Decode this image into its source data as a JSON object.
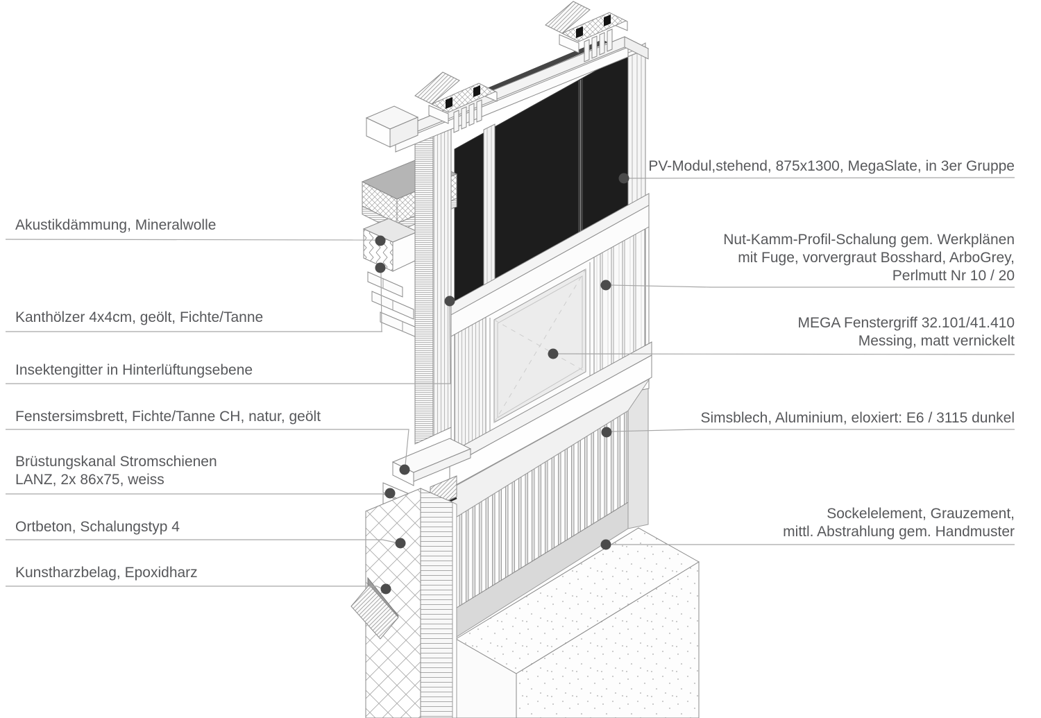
{
  "figure": {
    "kind": "axonometric facade construction detail",
    "language": "de"
  },
  "callouts": {
    "left": [
      {
        "id": "akustikdaemmung",
        "lines": [
          "Akustikdämmung, Mineralwolle"
        ]
      },
      {
        "id": "kanthoelzer",
        "lines": [
          "Kanthölzer 4x4cm, geölt, Fichte/Tanne"
        ]
      },
      {
        "id": "insektengitter",
        "lines": [
          "Insektengitter in Hinterlüftungsebene"
        ]
      },
      {
        "id": "fenstersimsbrett",
        "lines": [
          "Fenstersimsbrett, Fichte/Tanne CH, natur, geölt"
        ]
      },
      {
        "id": "bruestungskanal",
        "lines": [
          "Brüstungskanal Stromschienen",
          "LANZ, 2x 86x75, weiss"
        ]
      },
      {
        "id": "ortbeton",
        "lines": [
          "Ortbeton, Schalungstyp 4"
        ]
      },
      {
        "id": "kunstharzbelag",
        "lines": [
          "Kunstharzbelag, Epoxidharz"
        ]
      }
    ],
    "right": [
      {
        "id": "pv-modul",
        "lines": [
          "PV-Modul,stehend, 875x1300, MegaSlate, in 3er Gruppe"
        ]
      },
      {
        "id": "nut-kamm",
        "lines": [
          "Nut-Kamm-Profil-Schalung gem. Werkplänen",
          "mit Fuge, vorvergraut Bosshard, ArboGrey,",
          "Perlmutt Nr 10 / 20"
        ]
      },
      {
        "id": "fenstergriff",
        "lines": [
          "MEGA Fenstergriff 32.101/41.410",
          "Messing, matt vernickelt"
        ]
      },
      {
        "id": "simsblech",
        "lines": [
          "Simsblech, Aluminium, eloxiert: E6 / 3115 dunkel"
        ]
      },
      {
        "id": "sockelelement",
        "lines": [
          "Sockelelement, Grauzement,",
          "mittl. Abstrahlung gem. Handmuster"
        ]
      }
    ]
  },
  "colors": {
    "pv_panel": "#1d1d1d",
    "leader_dot": "#4b4b4b",
    "leader_line": "#a6a6a6",
    "label_text": "#57585b",
    "drawing_line": "#8a8a8a",
    "sockel_band": "#d9d9d9",
    "slab_top": "#b5b5b5",
    "glass": "#ececec",
    "background": "#ffffff"
  }
}
